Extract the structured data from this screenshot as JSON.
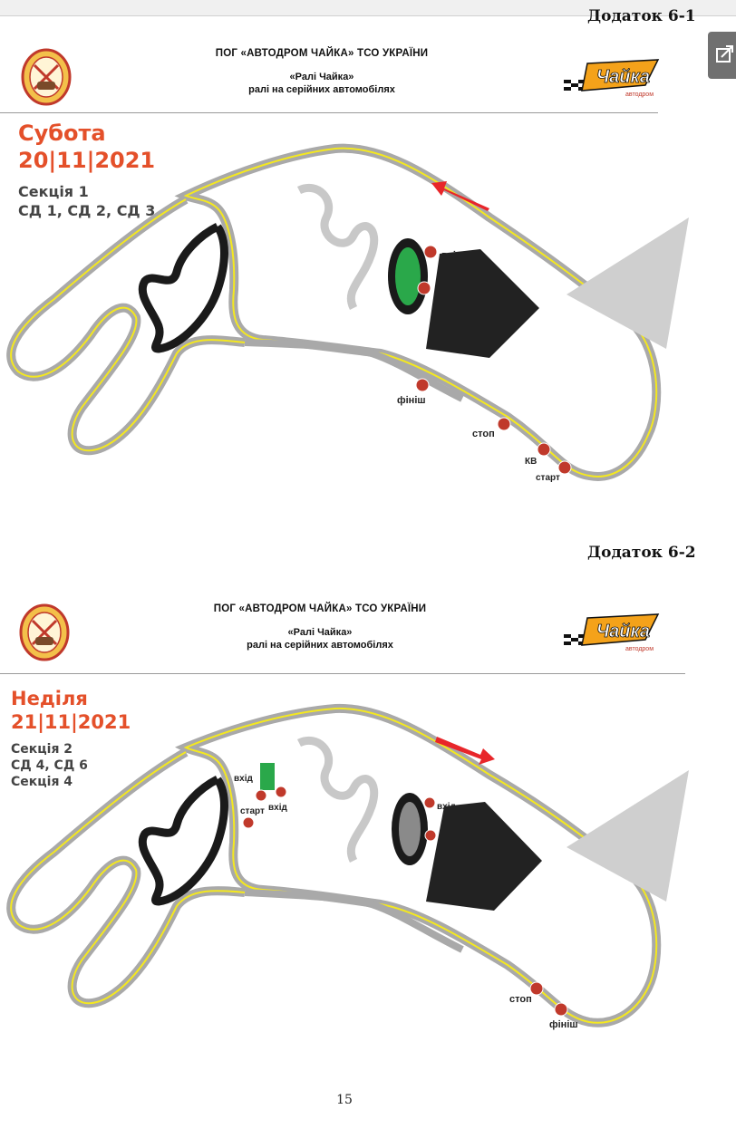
{
  "appendix_labels": [
    "Додаток 6-1",
    "Додаток 6-2"
  ],
  "organizer": "ПОГ «АВТОДРОМ ЧАЙКА» ТСО УКРАЇНИ",
  "event_name": "«Ралі Чайка»",
  "event_subtitle": "ралі на серійних автомобілях",
  "logo_text": "Чайка",
  "logo_sub": "автодром",
  "maps": [
    {
      "day": "Субота",
      "date": "20|11|2021",
      "section": "Секція 1",
      "stages": "СД 1, СД 2, СД 3",
      "labels": {
        "entry": "вхід",
        "finish": "фініш",
        "stop": "стоп",
        "kv": "КВ",
        "start": "старт"
      }
    },
    {
      "day": "Неділя",
      "date": "21|11|2021",
      "section": "Секція 2",
      "stages": "СД 4, СД 6",
      "section2": "Секція 4",
      "labels": {
        "entry": "вхід",
        "start": "старт",
        "entry2": "вхід",
        "exit": "вхід",
        "stop": "стоп",
        "finish": "фініш"
      }
    }
  ],
  "colors": {
    "accent": "#e4502a",
    "track_gray": "#a9a9a9",
    "yellow_line": "#f4e81f",
    "karting_black": "#1a1a1a",
    "paddock_dark": "#222222",
    "arrow_red": "#e8262a"
  },
  "page_number": "15"
}
